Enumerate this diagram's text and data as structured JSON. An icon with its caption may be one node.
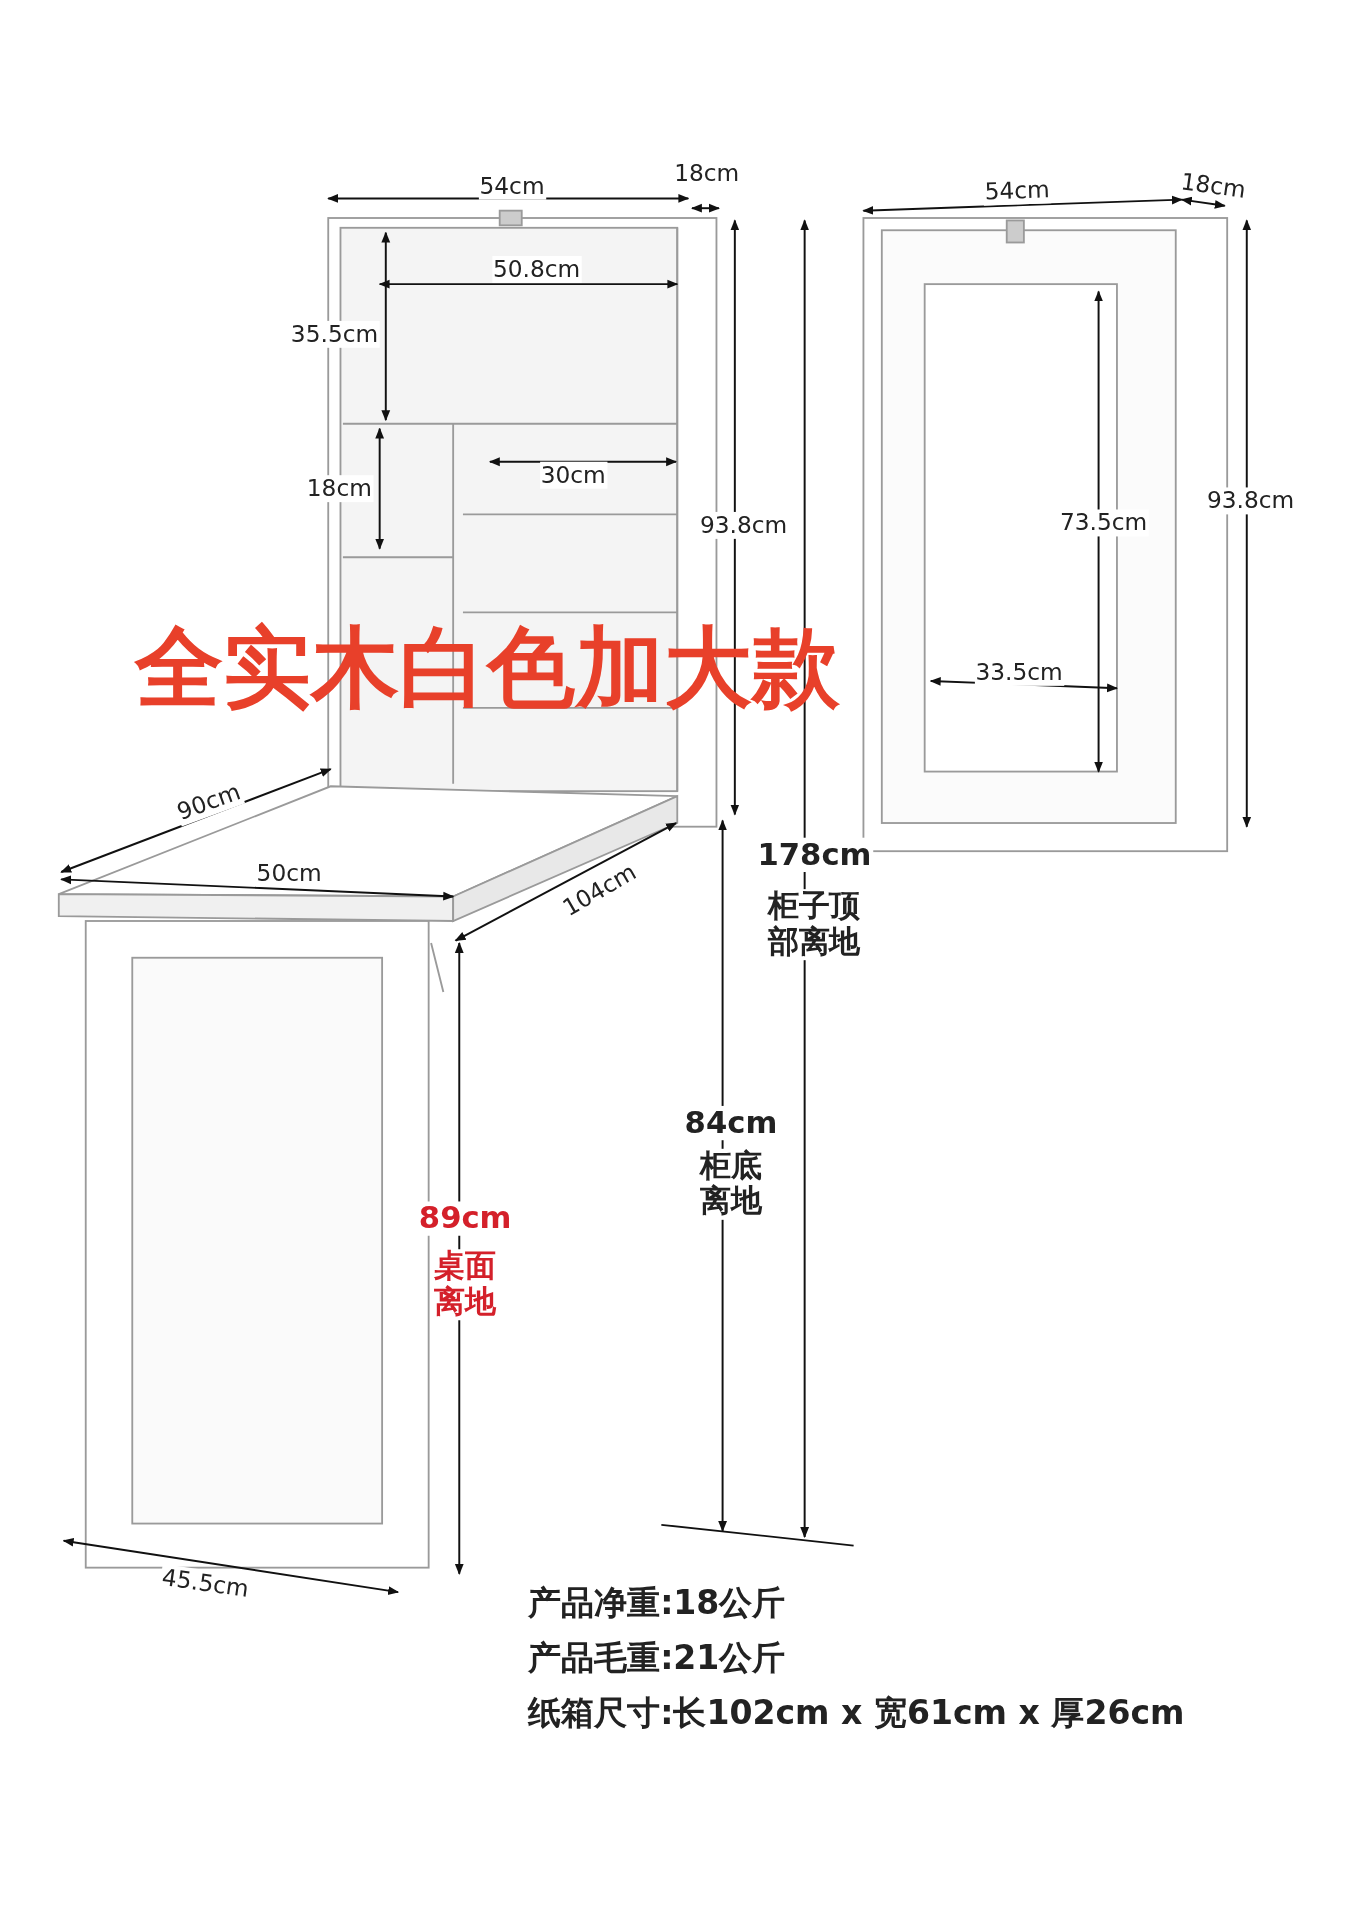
{
  "diagram": {
    "title": "全实木白色加大款",
    "labels": [
      "54cm",
      "18cm",
      "54cm",
      "18cm",
      "50.8cm",
      "35.5cm",
      "18cm",
      "30cm",
      "93.8cm",
      "73.5cm",
      "93.8cm",
      "33.5cm",
      "90cm",
      "178cm",
      "柜子顶部离地",
      "50cm",
      "104cm",
      "84cm",
      "柜底离地",
      "89cm",
      "桌面离地",
      "45.5cm",
      "产品净重:18公斤",
      "产品毛重:21公斤",
      "纸箱尺寸:长102cm x 宽61cm x 厚26cm"
    ]
  }
}
